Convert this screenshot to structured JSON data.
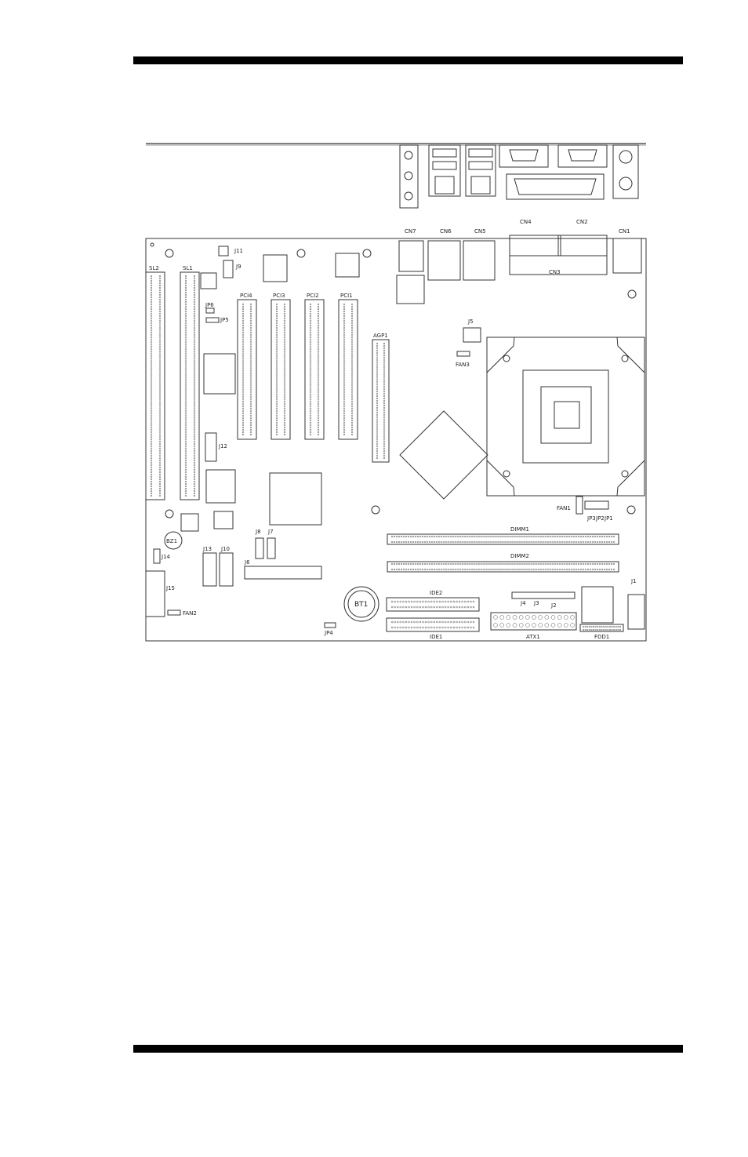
{
  "document": {
    "figure": "motherboard-layout"
  },
  "diagram": {
    "io_labels": {
      "cn7": "CN7",
      "cn6": "CN6",
      "cn5": "CN5",
      "cn4": "CN4",
      "cn2": "CN2",
      "cn1": "CN1",
      "cn3": "CN3"
    },
    "slot_labels": {
      "sl2": "SL2",
      "sl1": "SL1",
      "pci4": "PCI4",
      "pci3": "PCI3",
      "pci2": "PCI2",
      "pci1": "PCI1",
      "agp1": "AGP1",
      "dimm1": "DIMM1",
      "dimm2": "DIMM2"
    },
    "header_labels": {
      "j11": "J11",
      "j9": "J9",
      "jp6": "JP6",
      "jp5": "JP5",
      "j5": "J5",
      "fan3": "FAN3",
      "j12": "J12",
      "fan1": "FAN1",
      "jp3": "JP3",
      "jp2": "JP2",
      "jp1": "JP1",
      "bz1": "BZ1",
      "j8": "J8",
      "j7": "J7",
      "j14": "J14",
      "j13": "J13",
      "j10": "J10",
      "j6": "J6",
      "j15": "J15",
      "fan2": "FAN2",
      "bt1": "BT1",
      "jp4": "JP4",
      "ide2": "IDE2",
      "ide1": "IDE1",
      "j4": "J4",
      "j3": "J3",
      "j2": "J2",
      "atx1": "ATX1",
      "fdd1": "FDD1",
      "j1": "J1"
    }
  }
}
